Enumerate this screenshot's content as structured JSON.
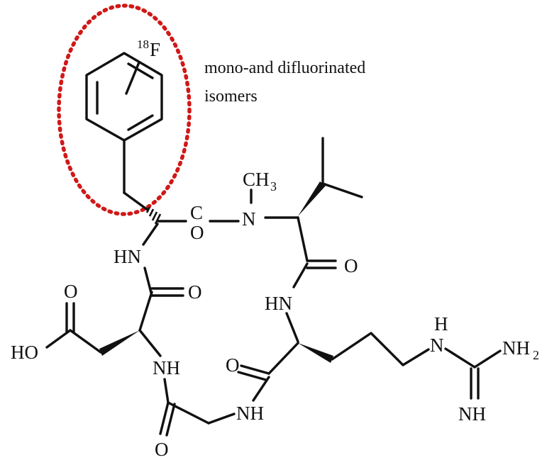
{
  "annotation": {
    "line1": "mono-and difluorinated",
    "line2": "isomers"
  },
  "highlight": {
    "color": "#d01818",
    "style": "dotted ellipse around the fluorophenyl ring"
  },
  "atoms": {
    "fluorine_isotope": "18",
    "fluorine": "F",
    "methyl": "CH",
    "methyl_subscript": "3",
    "n_methyl": "N",
    "carbonyl_c": "C",
    "carbonyl_o": "O",
    "hn_phe": "HN",
    "o_asp_amide": "O",
    "o_acid": "O",
    "ho_acid": "HO",
    "nh_asp": "NH",
    "o_gly": "O",
    "nh_gly": "NH",
    "o_arg_amide": "O",
    "o_val": "O",
    "hn_arg": "HN",
    "h_guan": "H",
    "n_guan": "N",
    "nh2_guan": "NH",
    "nh2_subscript": "2",
    "nh_guan": "NH"
  },
  "colors": {
    "bonds": "#111111",
    "background": "#ffffff",
    "highlight": "#d01818"
  }
}
